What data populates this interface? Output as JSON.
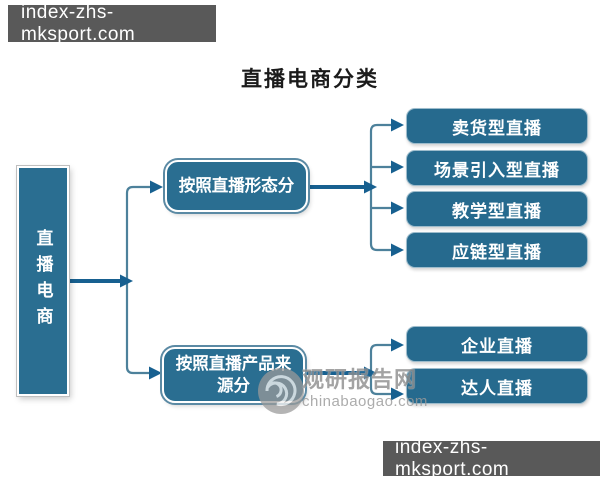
{
  "site_banner": {
    "top_label": "index-zhs-mksport.com",
    "bottom_label": "index-zhs-mksport.com"
  },
  "diagram": {
    "title": "直播电商分类",
    "root": "直播电商",
    "branches": [
      {
        "label": "按照直播形态分",
        "children": [
          "卖货型直播",
          "场景引入型直播",
          "教学型直播",
          "应链型直播"
        ]
      },
      {
        "label": "按照直播产品来源分",
        "children": [
          "企业直播",
          "达人直播"
        ]
      }
    ]
  },
  "watermark": {
    "brand": "观研报告网",
    "domain": "chinabaogao.com"
  },
  "colors": {
    "node_fill": "#2a6e91",
    "connector": "#176090",
    "banner_bg": "#595959",
    "watermark_gray": "#8f8f8f"
  }
}
